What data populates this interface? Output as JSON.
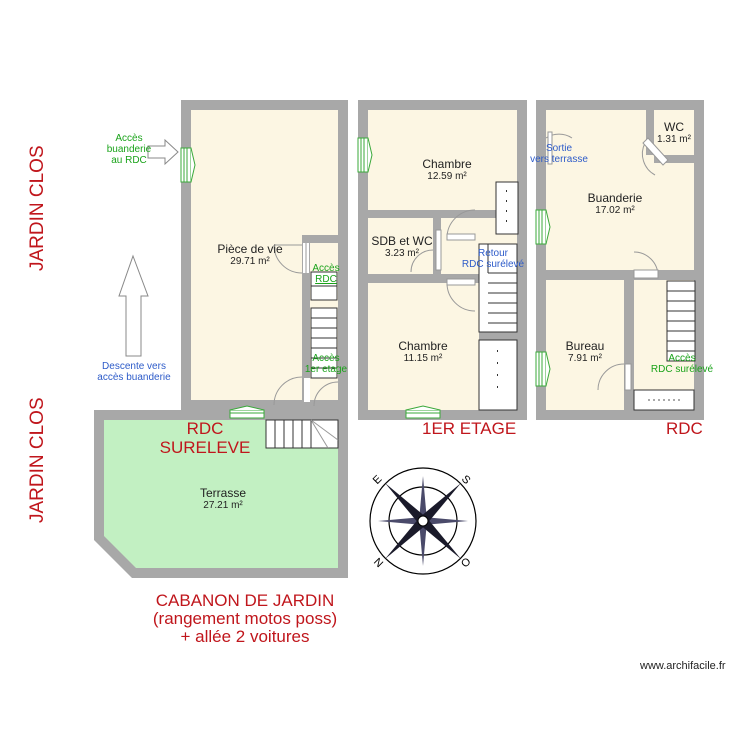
{
  "levels": {
    "rdc_sureleve": {
      "line1": "RDC",
      "line2": "SURELEVE"
    },
    "premier_etage": "1ER ETAGE",
    "rdc": "RDC"
  },
  "outside_labels": {
    "jardin_clos_top": "JARDIN CLOS",
    "jardin_clos_bottom": "JARDIN CLOS",
    "cabanon": {
      "line1": "CABANON DE JARDIN",
      "line2": "(rangement motos poss)",
      "line3": "+ allée 2 voitures"
    }
  },
  "annotations": {
    "acces_buanderie": {
      "line1": "Accès",
      "line2": "buanderie",
      "line3": "au RDC"
    },
    "descente": {
      "line1": "Descente vers",
      "line2": "accès buanderie"
    },
    "acces_rdc": {
      "line1": "Accès",
      "line2": "RDC"
    },
    "acces_1er": {
      "line1": "Accès",
      "line2": "1er etage"
    },
    "retour_rdc": {
      "line1": "Retour",
      "line2": "RDC surélevé"
    },
    "sortie_terrasse": {
      "line1": "Sortie",
      "line2": "vers terrasse"
    },
    "acces_rdc_sureleve": {
      "line1": "Accès",
      "line2": "RDC surélevé"
    }
  },
  "rooms": [
    {
      "name": "Pièce de vie",
      "area": "29.71 m²"
    },
    {
      "name": "Terrasse",
      "area": "27.21 m²"
    },
    {
      "name": "Chambre",
      "area": "12.59 m²"
    },
    {
      "name": "SDB et WC",
      "area": "3.23 m²"
    },
    {
      "name": "Chambre",
      "area": "11.15 m²"
    },
    {
      "name": "Buanderie",
      "area": "17.02 m²"
    },
    {
      "name": "WC",
      "area": "1.31 m²"
    },
    {
      "name": "Bureau",
      "area": "7.91 m²"
    }
  ],
  "compass": {
    "letters": [
      "E",
      "S",
      "O",
      "N"
    ]
  },
  "watermark": "www.archifacile.fr",
  "colors": {
    "wall": "#a8a8a8",
    "room_fill": "#fcf6e3",
    "terrace_fill": "#c2f0c2",
    "label_red": "#c0161c",
    "label_green": "#1aa31a",
    "label_blue": "#2d5bc9",
    "window": "#3aa83a"
  }
}
